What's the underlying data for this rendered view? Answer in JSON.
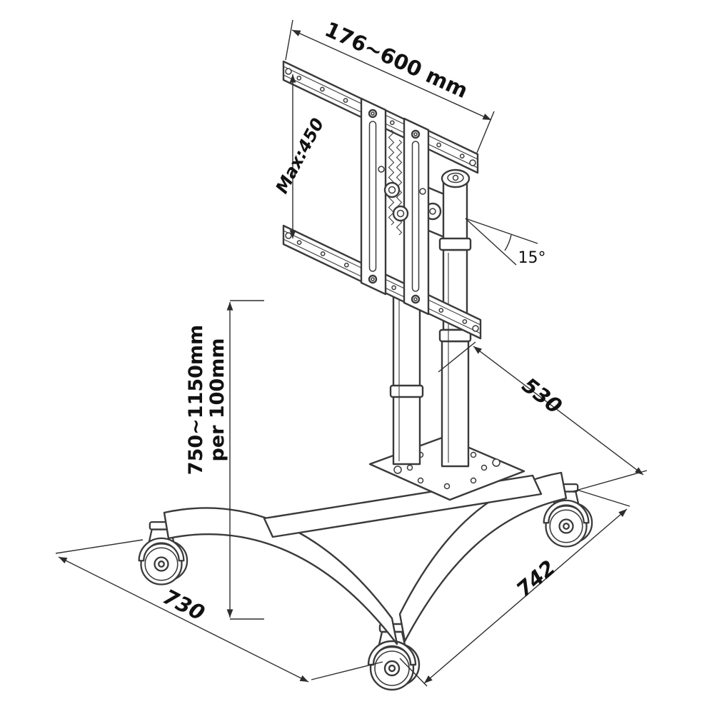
{
  "colors": {
    "background": "#ffffff",
    "drawing_line": "#3a3a3a",
    "dimension_line": "#2d2d2d",
    "text": "#111111"
  },
  "annotations": {
    "bracket_width": "176~600 mm",
    "bracket_height_max": "Max:450",
    "tilt_angle": "15°",
    "height_range_line1": "750~1150mm",
    "height_range_line2": "per 100mm",
    "base_depth": "530",
    "base_width_front_right": "742",
    "base_width_front_left": "730"
  }
}
